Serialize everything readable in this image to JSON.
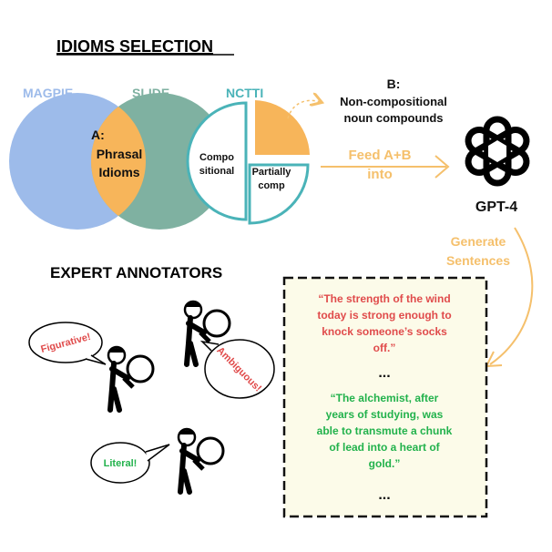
{
  "headings": {
    "idioms_selection": "IDIOMS  SELECTION",
    "expert_annotators": "EXPERT ANNOTATORS"
  },
  "venn": {
    "left_label": "MAGPIE",
    "right_label": "SLIDE",
    "overlap_title": "A:",
    "overlap_line1": "Phrasal",
    "overlap_line2": "Idioms"
  },
  "nctti": {
    "label": "NCTTI",
    "compositional_line1": "Compo",
    "compositional_line2": "sitional",
    "partial_line1": "Partially",
    "partial_line2": "comp"
  },
  "b_label": {
    "title": "B:",
    "line1": "Non-compositional",
    "line2": "noun compounds"
  },
  "feed": {
    "line1": "Feed A+B",
    "line2": "into"
  },
  "model": {
    "name": "GPT-4"
  },
  "generate": {
    "line1": "Generate",
    "line2": "Sentences"
  },
  "sentences": {
    "figurative": [
      "“The strength of the wind",
      "today is strong enough to",
      "knock someone’s socks",
      "off.”"
    ],
    "ellipsis1": "...",
    "literal": [
      "“The alchemist, after",
      "years of studying, was",
      "able to transmute a chunk",
      "of lead into a heart of",
      "gold.”"
    ],
    "ellipsis2": "..."
  },
  "annotators": {
    "figurative": "Figurative!",
    "ambiguous": "Ambiguous!",
    "literal": "Literal!"
  },
  "colors": {
    "magpie": "#9dbbea",
    "slide": "#7fb1a1",
    "overlap": "#f7b55a",
    "teal": "#4ab3b8",
    "orange_text": "#f5c06c",
    "red_text": "#e04b4b",
    "green_text": "#22b24c",
    "box_bg": "#fcfbe9"
  }
}
